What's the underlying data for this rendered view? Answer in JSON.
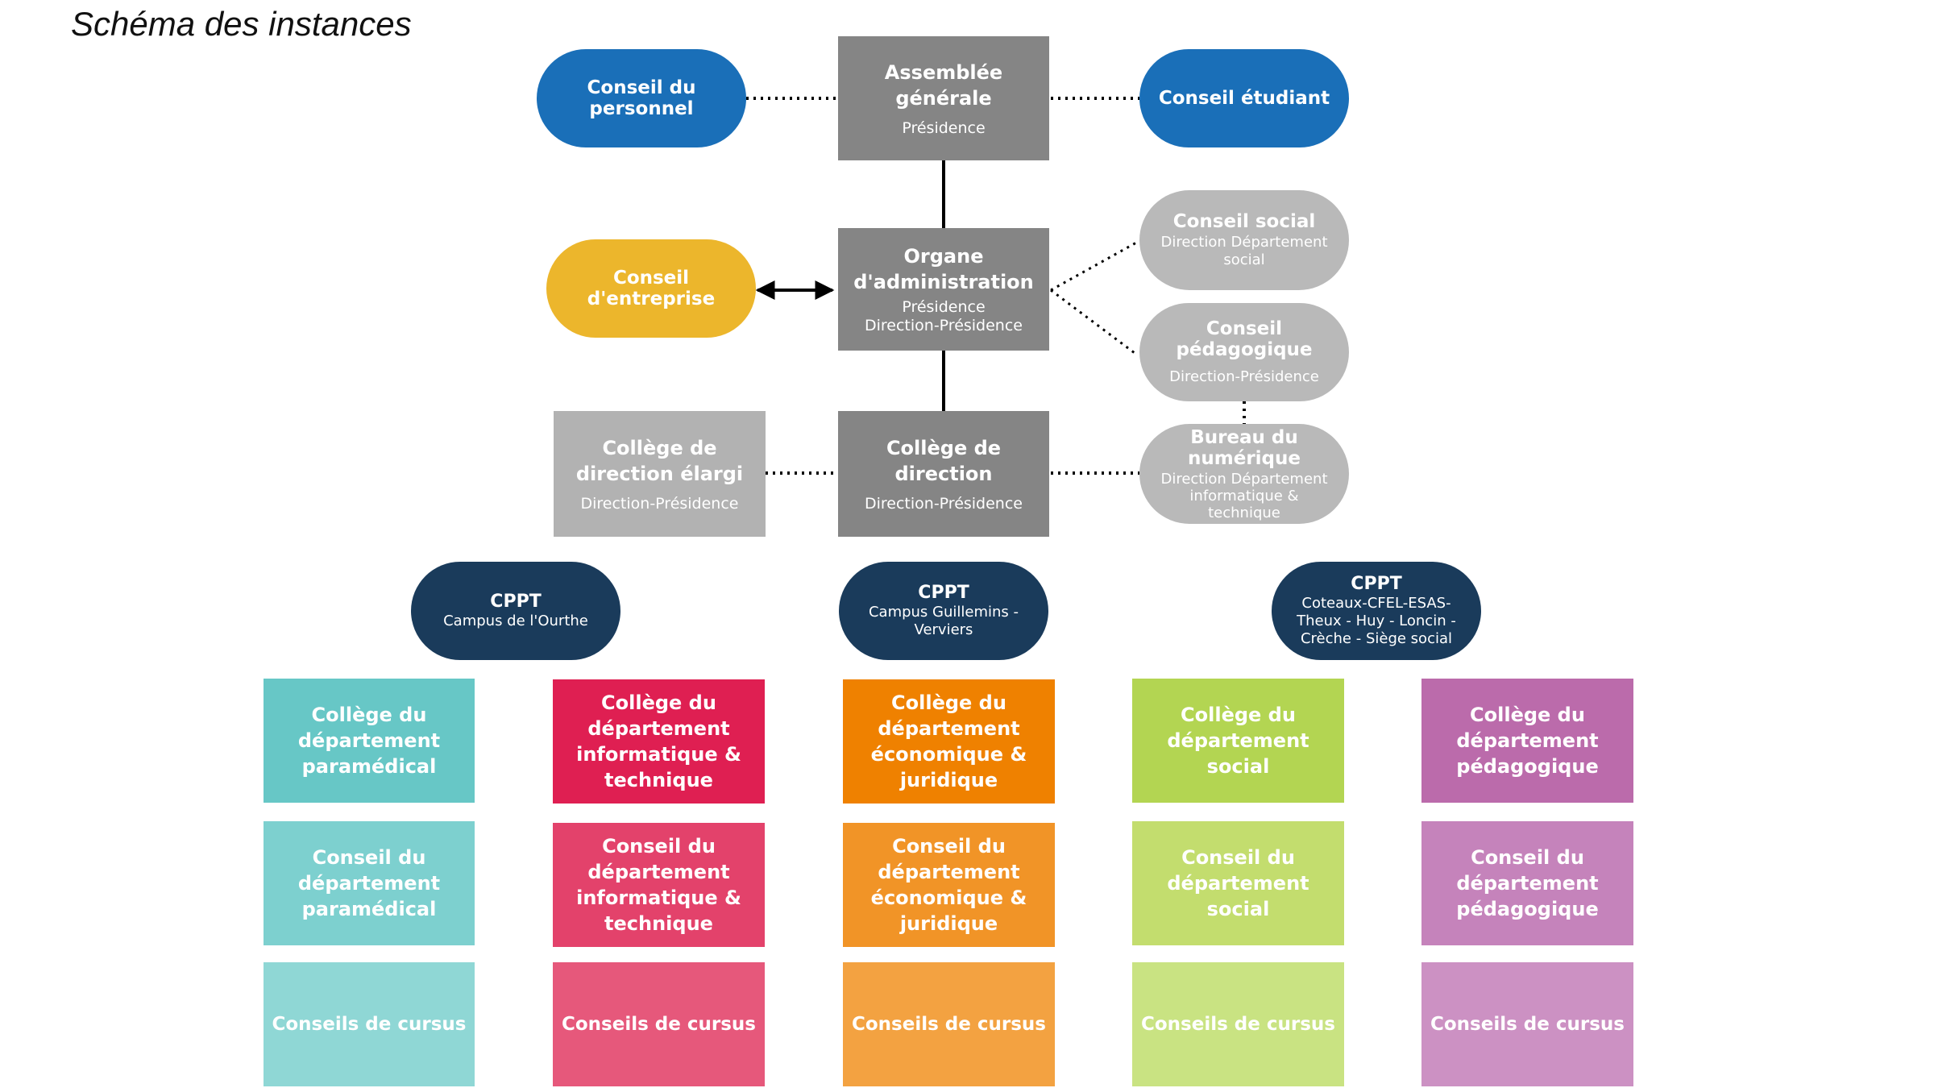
{
  "title": "Schéma des instances",
  "colors": {
    "blue": "#1a6fb8",
    "yellow": "#ecb62c",
    "dark_gray": "#858585",
    "mid_gray": "#b2b2b2",
    "light_gray": "#b9b9b9",
    "navy": "#1a3b5b",
    "teal": [
      "#67c7c6",
      "#7dd0cf",
      "#8fd7d5"
    ],
    "crimson": [
      "#df1f52",
      "#e3426b",
      "#e6587b"
    ],
    "orange": [
      "#ef8100",
      "#f19427",
      "#f3a241"
    ],
    "lime": [
      "#b3d552",
      "#c3dd6e",
      "#c9e382"
    ],
    "purple": [
      "#bb6bab",
      "#c583bb",
      "#cc91c3"
    ]
  },
  "top": {
    "assemblee": {
      "title": "Assemblée\ngénérale",
      "sub": "Présidence"
    },
    "conseil_personnel": {
      "title": "Conseil du\npersonnel"
    },
    "conseil_etudiant": {
      "title": "Conseil étudiant"
    },
    "organe": {
      "title": "Organe\nd'administration",
      "sub": "Présidence\nDirection-Présidence"
    },
    "conseil_entreprise": {
      "title": "Conseil\nd'entreprise"
    },
    "conseil_social": {
      "title": "Conseil social",
      "sub": "Direction Département\nsocial"
    },
    "conseil_pedagogique": {
      "title": "Conseil\npédagogique",
      "sub": "Direction-Présidence"
    },
    "college_direction": {
      "title": "Collège de\ndirection",
      "sub": "Direction-Présidence"
    },
    "college_elargi": {
      "title": "Collège de\ndirection élargi",
      "sub": "Direction-Présidence"
    },
    "bureau_numerique": {
      "title": "Bureau du\nnumérique",
      "sub": "Direction Département\ninformatique &\ntechnique"
    }
  },
  "cppt": [
    {
      "title": "CPPT",
      "sub": "Campus de l'Ourthe"
    },
    {
      "title": "CPPT",
      "sub": "Campus Guillemins -\nVerviers"
    },
    {
      "title": "CPPT",
      "sub": "Coteaux-CFEL-ESAS-\nTheux - Huy - Loncin -\nCrèche - Siège social"
    }
  ],
  "departments": [
    {
      "college": "Collège du\ndépartement\nparamédical",
      "conseil": "Conseil du\ndépartement\nparamédical",
      "cursus": "Conseils de cursus"
    },
    {
      "college": "Collège du\ndépartement\ninformatique &\ntechnique",
      "conseil": "Conseil du\ndépartement\ninformatique &\ntechnique",
      "cursus": "Conseils de cursus"
    },
    {
      "college": "Collège du\ndépartement\néconomique &\njuridique",
      "conseil": "Conseil du\ndépartement\néconomique &\njuridique",
      "cursus": "Conseils de cursus"
    },
    {
      "college": "Collège du\ndépartement\nsocial",
      "conseil": "Conseil du\ndépartement\nsocial",
      "cursus": "Conseils de cursus"
    },
    {
      "college": "Collège du\ndépartement\npédagogique",
      "conseil": "Conseil du\ndépartement\npédagogique",
      "cursus": "Conseils de cursus"
    }
  ]
}
